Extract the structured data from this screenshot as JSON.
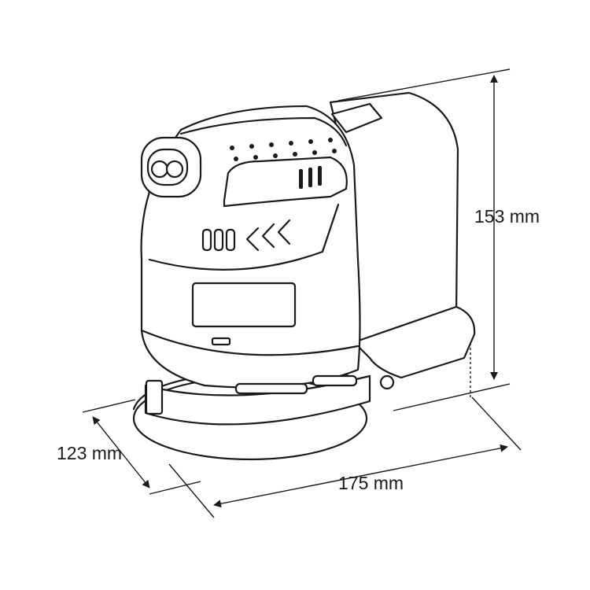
{
  "dimensions": {
    "height": "153 mm",
    "width": "123 mm",
    "length": "175 mm"
  },
  "colors": {
    "line": "#1a1a1a",
    "background": "#ffffff"
  }
}
